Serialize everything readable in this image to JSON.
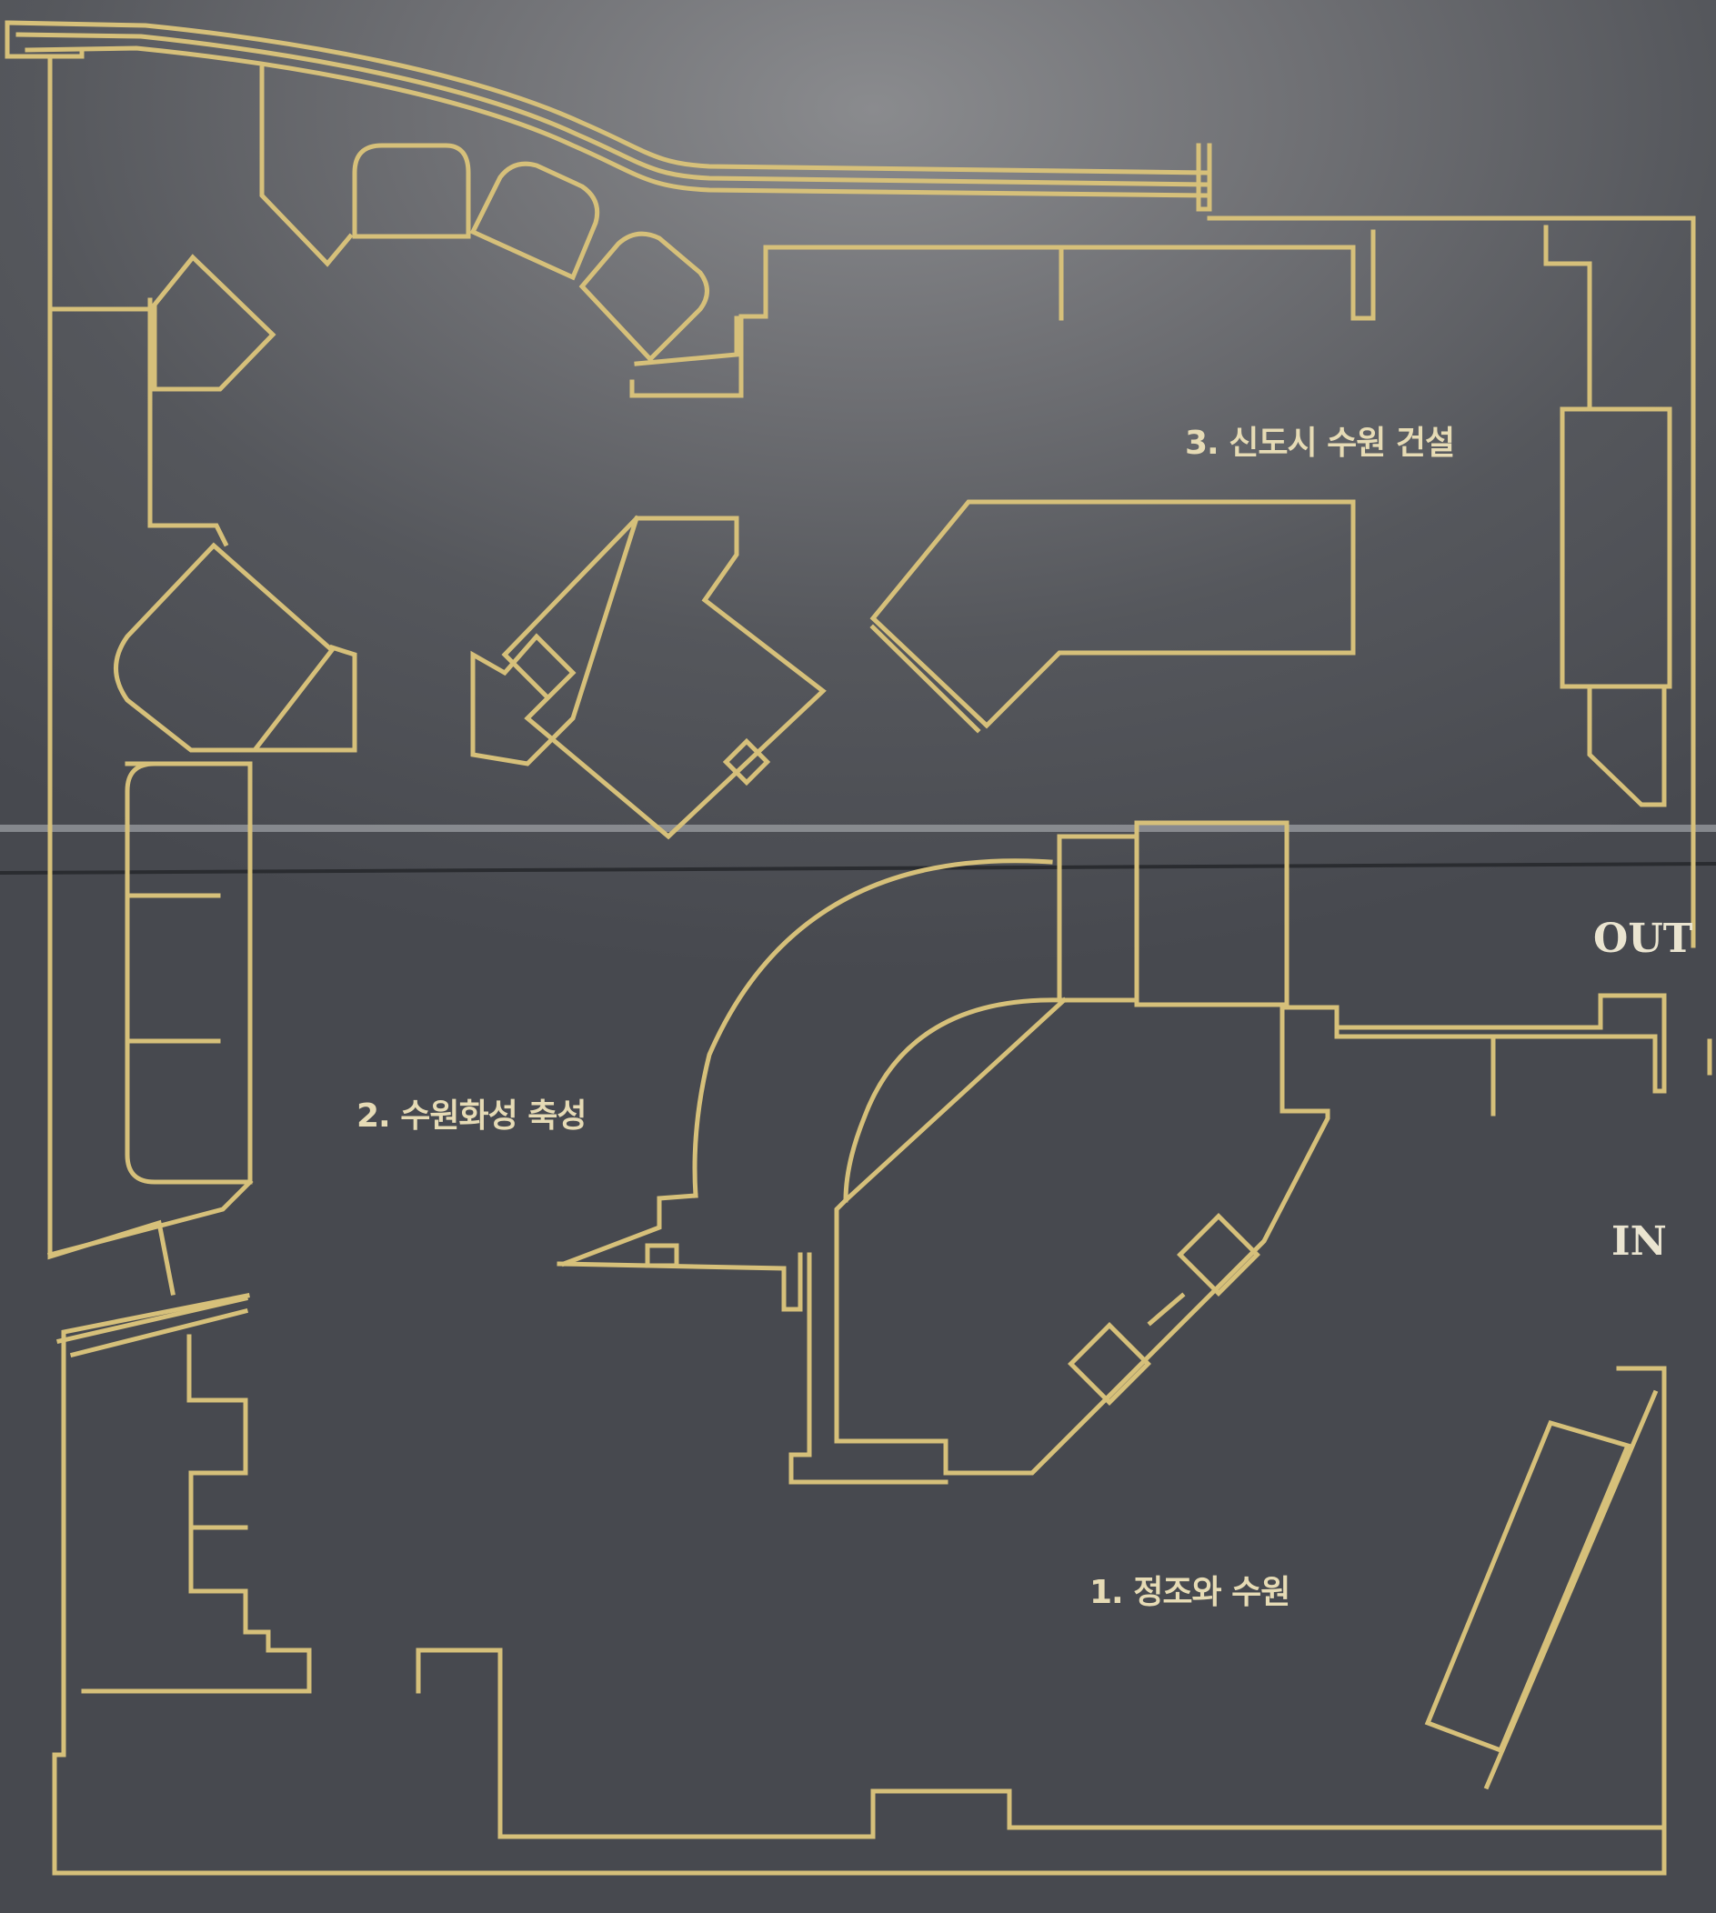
{
  "plan": {
    "zones": [
      {
        "label": "1. 정조와 수원"
      },
      {
        "label": "2. 수원화성 축성"
      },
      {
        "label": "3. 신도시 수원 건설"
      }
    ],
    "doors": {
      "exit": "OUT",
      "entrance": "IN"
    },
    "colors": {
      "line": "#d6c07a",
      "background": "#45484e",
      "label": "#e6dbb5"
    }
  }
}
